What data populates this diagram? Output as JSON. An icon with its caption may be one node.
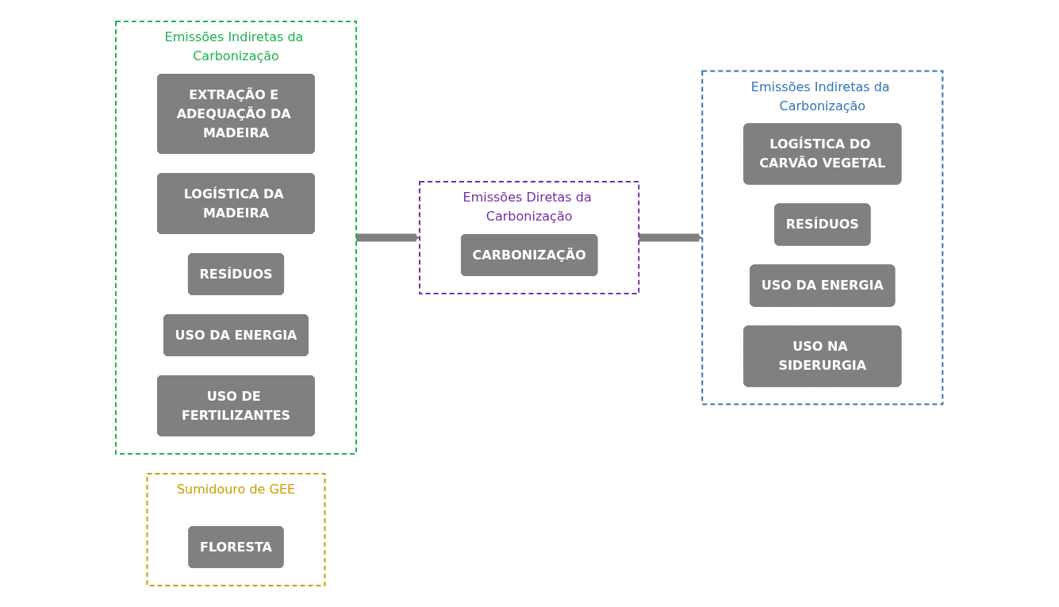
{
  "diagram": {
    "nodes": [
      {
        "text": [
          "Sumidouro de GEE"
        ]
      },
      {
        "text": [
          "FLORESTA"
        ],
        "in": 0
      },
      {
        "text": [
          "Emissões Indiretas da Carbonização"
        ]
      },
      {
        "text": [
          "EXTRAÇÃO E ADEQUAÇÃO DA MADEIRA"
        ],
        "in": 2
      },
      {
        "text": [
          "LOGÍSTICA DA MADEIRA"
        ],
        "in": 2
      },
      {
        "text": [
          "RESÍDUOS"
        ],
        "in": 2
      },
      {
        "text": [
          "USO DA ENERGIA"
        ],
        "in": 2
      },
      {
        "text": [
          "USO DE FERTILIZANTES"
        ],
        "in": 2
      },
      {
        "text": [
          "Emissões Diretas da Carbonização"
        ]
      },
      {
        "text": [
          "CARBONIZAÇÃO"
        ],
        "in": 8
      },
      {
        "text": [
          "Emissões Indiretas da Carbonização"
        ]
      },
      {
        "text": [
          "LOGÍSTICA DO CARVÃO VEGETAL"
        ],
        "in": 10
      },
      {
        "text": [
          "RESÍDUOS"
        ],
        "in": 10
      },
      {
        "text": [
          "USO DA ENERGIA"
        ],
        "in": 10
      },
      {
        "text": [
          "USO NA SIDERURGIA"
        ],
        "in": 10
      }
    ],
    "edges": [
      {
        "from": 2,
        "to": 8,
        "arrow": "to"
      },
      {
        "from": 8,
        "to": 10,
        "arrow": "to"
      }
    ]
  }
}
